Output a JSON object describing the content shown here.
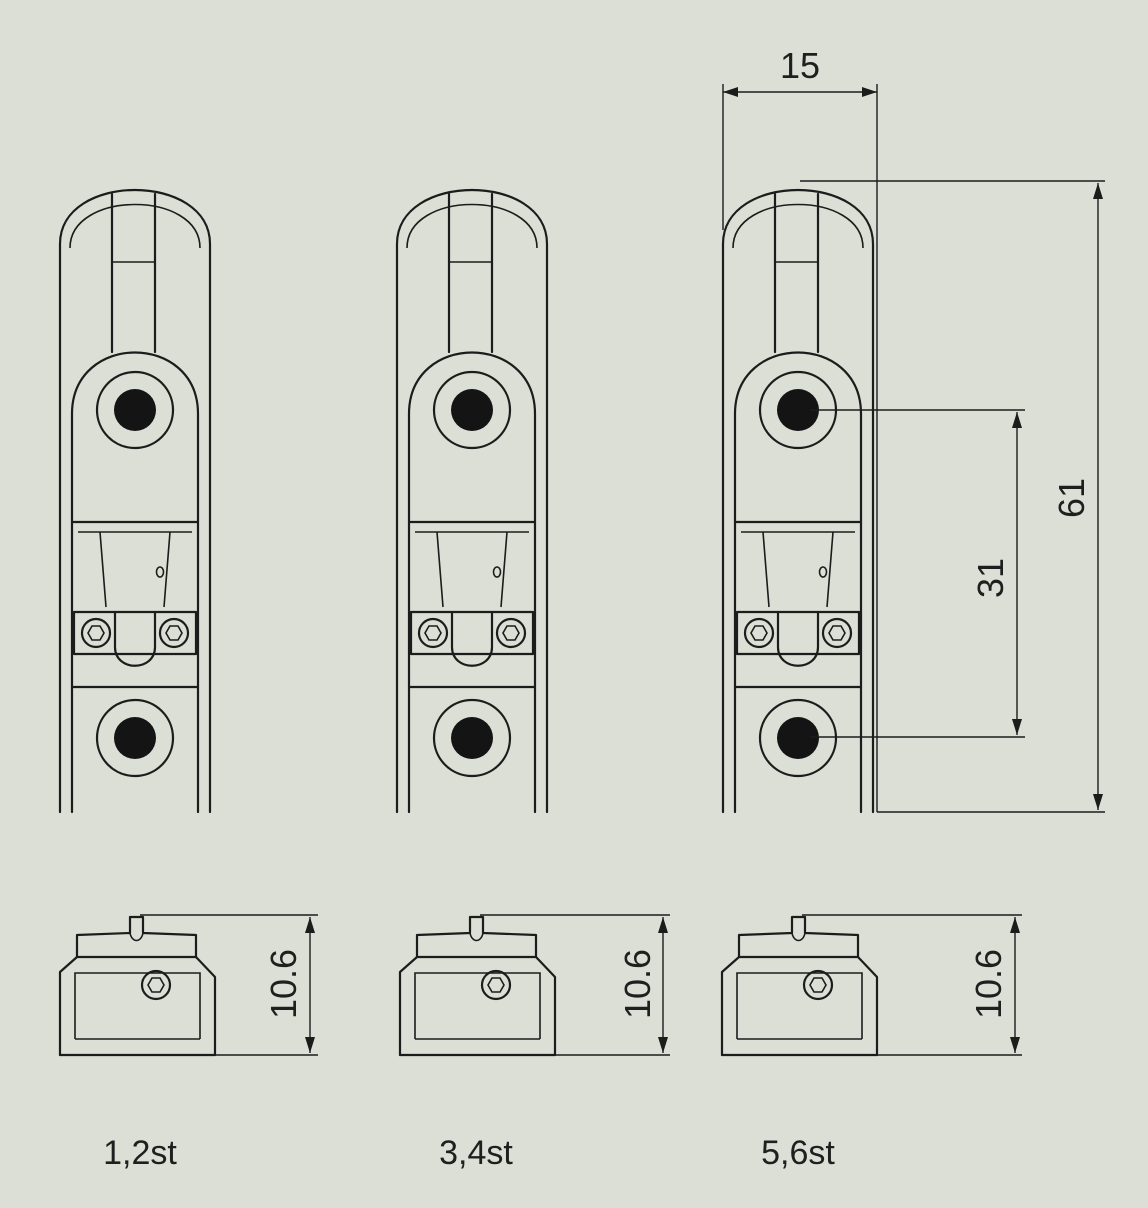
{
  "variants": [
    {
      "caption": "1,2st",
      "height_label": "10.6"
    },
    {
      "caption": "3,4st",
      "height_label": "10.6"
    },
    {
      "caption": "5,6st",
      "height_label": "10.6"
    }
  ],
  "dimensions": {
    "width": "15",
    "total_length": "61",
    "hole_spacing": "31"
  },
  "colors": {
    "paper": "#dcdfd6",
    "ink": "#1c1c1c"
  }
}
